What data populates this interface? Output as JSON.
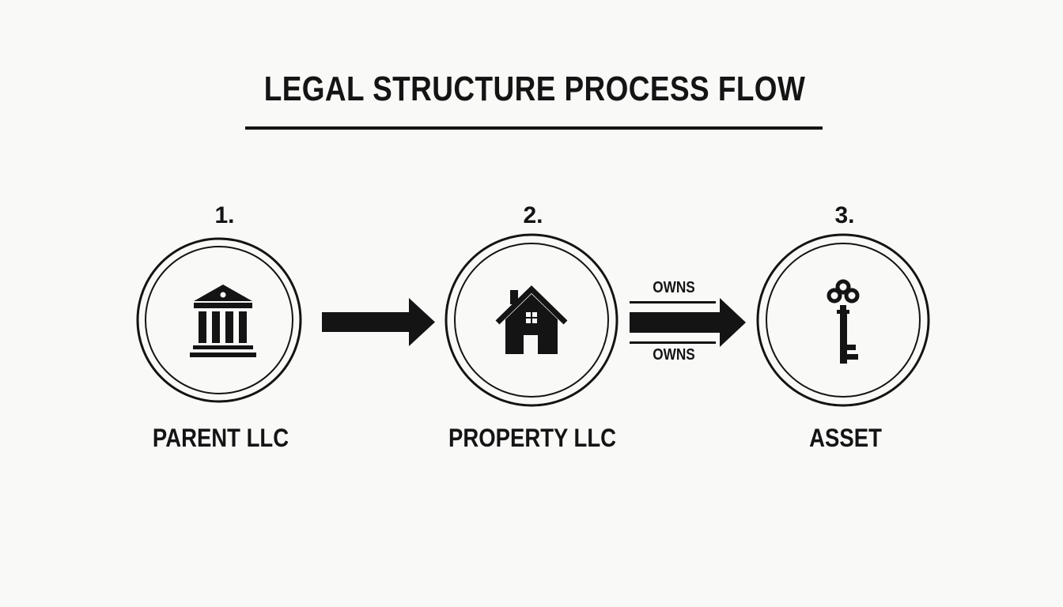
{
  "title": "LEGAL STRUCTURE PROCESS FLOW",
  "colors": {
    "background": "#f9f9f8",
    "ink": "#141414"
  },
  "steps": [
    {
      "number": "1.",
      "label": "PARENT LLC",
      "icon": "bank-building-icon"
    },
    {
      "number": "2.",
      "label": "PROPERTY LLC",
      "icon": "house-icon"
    },
    {
      "number": "3.",
      "label": "ASSET",
      "icon": "key-icon"
    }
  ],
  "connectors": [
    {
      "from": "PARENT LLC",
      "to": "PROPERTY LLC",
      "style": "solid-arrow"
    },
    {
      "from": "PROPERTY LLC",
      "to": "ASSET",
      "style": "double-line-arrow",
      "label_top": "OWNS",
      "label_bottom": "OWNS"
    }
  ]
}
